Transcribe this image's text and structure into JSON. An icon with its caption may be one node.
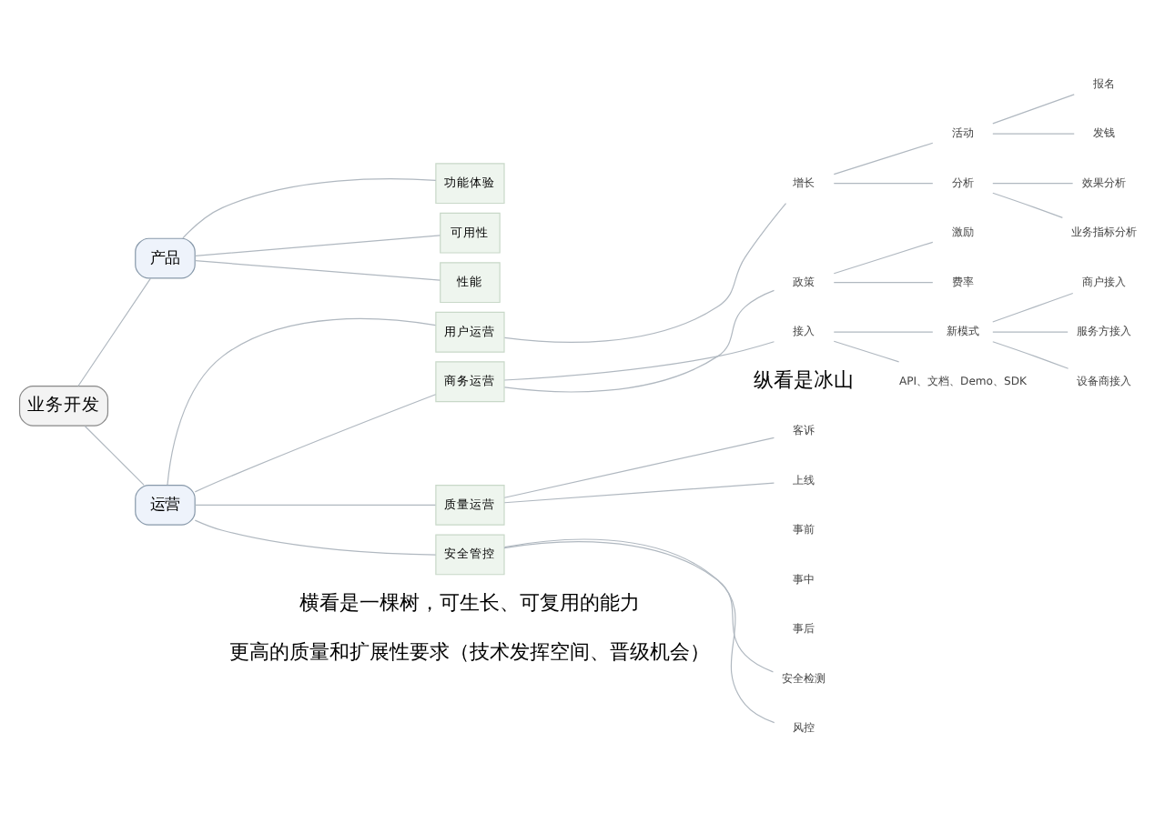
{
  "diagram": {
    "nodes": [
      {
        "text": [
          "业务开发"
        ]
      },
      {
        "text": [
          "产品"
        ]
      },
      {
        "text": [
          "功能体验"
        ]
      },
      {
        "text": [
          "可用性"
        ]
      },
      {
        "text": [
          "性能"
        ]
      },
      {
        "text": [
          "运营"
        ]
      },
      {
        "text": [
          "用户运营"
        ]
      },
      {
        "text": [
          "增长"
        ]
      },
      {
        "text": [
          "活动"
        ]
      },
      {
        "text": [
          "报名"
        ]
      },
      {
        "text": [
          "发钱"
        ]
      },
      {
        "text": [
          "分析"
        ]
      },
      {
        "text": [
          "效果分析"
        ]
      },
      {
        "text": [
          "业务指标分析"
        ]
      },
      {
        "text": [
          "商务运营"
        ]
      },
      {
        "text": [
          "政策"
        ]
      },
      {
        "text": [
          "激励"
        ]
      },
      {
        "text": [
          "费率"
        ]
      },
      {
        "text": [
          "接入"
        ]
      },
      {
        "text": [
          "新模式"
        ]
      },
      {
        "text": [
          "商户接入"
        ]
      },
      {
        "text": [
          "服务方接入"
        ]
      },
      {
        "text": [
          "设备商接入"
        ]
      },
      {
        "text": [
          "API、文档、Demo、SDK"
        ]
      },
      {
        "text": [
          "质量运营"
        ]
      },
      {
        "text": [
          "客诉"
        ]
      },
      {
        "text": [
          "上线"
        ]
      },
      {
        "text": [
          "安全管控"
        ]
      },
      {
        "text": [
          "安全检测"
        ]
      },
      {
        "text": [
          "风控"
        ]
      }
    ],
    "edges": [
      {
        "from": 0,
        "to": 1,
        "arrow": "none"
      },
      {
        "from": 0,
        "to": 5,
        "arrow": "none"
      },
      {
        "from": 1,
        "to": 2,
        "arrow": "none"
      },
      {
        "from": 1,
        "to": 3,
        "arrow": "none"
      },
      {
        "from": 1,
        "to": 4,
        "arrow": "none"
      },
      {
        "from": 5,
        "to": 6,
        "arrow": "none"
      },
      {
        "from": 5,
        "to": 14,
        "arrow": "none"
      },
      {
        "from": 5,
        "to": 24,
        "arrow": "none"
      },
      {
        "from": 5,
        "to": 27,
        "arrow": "none"
      },
      {
        "from": 6,
        "to": 7,
        "arrow": "none"
      },
      {
        "from": 7,
        "to": 8,
        "arrow": "none"
      },
      {
        "from": 7,
        "to": 11,
        "arrow": "none"
      },
      {
        "from": 8,
        "to": 9,
        "arrow": "none"
      },
      {
        "from": 8,
        "to": 10,
        "arrow": "none"
      },
      {
        "from": 11,
        "to": 12,
        "arrow": "none"
      },
      {
        "from": 11,
        "to": 13,
        "arrow": "none"
      },
      {
        "from": 14,
        "to": 15,
        "arrow": "none"
      },
      {
        "from": 14,
        "to": 18,
        "arrow": "none"
      },
      {
        "from": 15,
        "to": 16,
        "arrow": "none"
      },
      {
        "from": 15,
        "to": 17,
        "arrow": "none"
      },
      {
        "from": 18,
        "to": 19,
        "arrow": "none"
      },
      {
        "from": 18,
        "to": 23,
        "arrow": "none"
      },
      {
        "from": 19,
        "to": 20,
        "arrow": "none"
      },
      {
        "from": 19,
        "to": 21,
        "arrow": "none"
      },
      {
        "from": 19,
        "to": 22,
        "arrow": "none"
      },
      {
        "from": 24,
        "to": 25,
        "arrow": "none"
      },
      {
        "from": 24,
        "to": 26,
        "arrow": "none"
      },
      {
        "from": 27,
        "to": 28,
        "arrow": "none"
      },
      {
        "from": 27,
        "to": 29,
        "arrow": "none"
      }
    ],
    "labels": [
      "纵看是冰山",
      "事前",
      "事中",
      "事后",
      "横看是一棵树，可生长、可复用的能力",
      "更高的质量和扩展性要求（技术发挥空间、晋级机会）"
    ]
  }
}
